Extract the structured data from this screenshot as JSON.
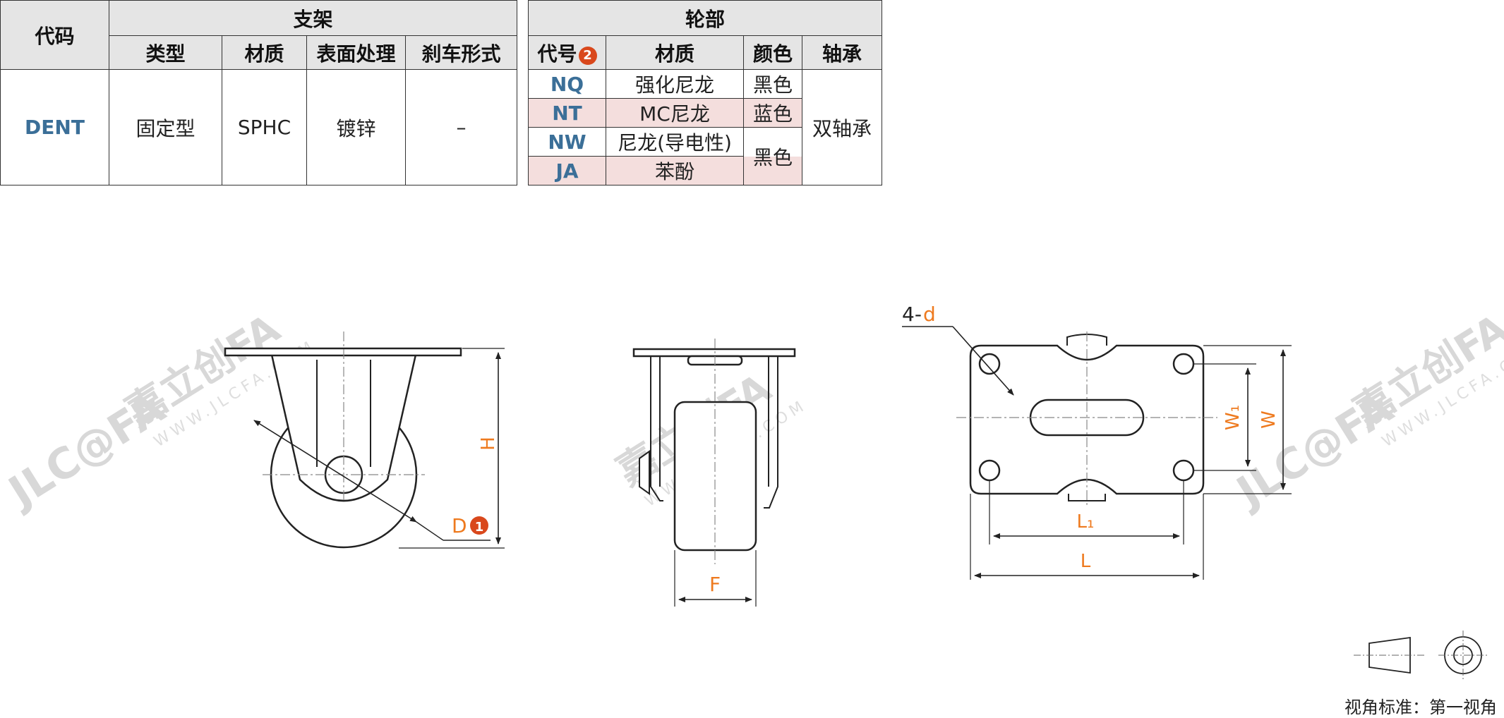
{
  "table": {
    "code_header": "代码",
    "bracket_group": "支架",
    "wheel_group": "轮部",
    "bracket_cols": [
      "类型",
      "材质",
      "表面处理",
      "刹车形式"
    ],
    "wheel_cols": {
      "code": "代号",
      "code_note": "2",
      "material": "材质",
      "color": "颜色",
      "bearing": "轴承"
    },
    "code_value": "DENT",
    "bracket_values": {
      "type": "固定型",
      "material": "SPHC",
      "surface": "镀锌",
      "brake": "–"
    },
    "wheel_rows": [
      {
        "code": "NQ",
        "material": "强化尼龙",
        "color": "黑色",
        "highlight": false
      },
      {
        "code": "NT",
        "material": "MC尼龙",
        "color": "蓝色",
        "highlight": true
      },
      {
        "code": "NW",
        "material": "尼龙(导电性)",
        "color": "黑色",
        "highlight": false
      },
      {
        "code": "JA",
        "material": "苯酚",
        "color": "",
        "highlight": true
      }
    ],
    "bearing_value": "双轴承"
  },
  "colors": {
    "code_blue": "#3b6f98",
    "dimension_orange": "#ee7a1f",
    "note_badge": "#d9481c",
    "highlight_pink": "#f4dedd",
    "header_gray": "#e5e5e5"
  },
  "drawing": {
    "side": {
      "height_label": "H",
      "diameter_label": "D",
      "diameter_note": "1"
    },
    "front": {
      "width_label": "F"
    },
    "top": {
      "hole_prefix": "4-",
      "hole_label": "d",
      "w1_label": "W₁",
      "w_label": "W",
      "l1_label": "L₁",
      "l_label": "L"
    }
  },
  "watermark": {
    "brand": "JLC@FA",
    "name": "嘉立创FA",
    "url": "WWW.JLCFA.COM"
  },
  "projection": {
    "caption": "视角标准：第一视角"
  }
}
